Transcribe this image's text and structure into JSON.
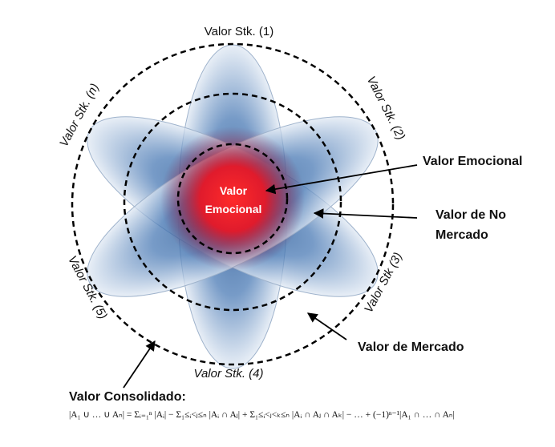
{
  "diagram": {
    "stakeholder_labels": {
      "stk1": "Valor Stk. (1)",
      "stk2": "Valor Stk. (2)",
      "stk3": "Valor Stk (3)",
      "stk4": "Valor Stk. (4)",
      "stk5": "Valor Stk. (5)",
      "stkn": "Valor Stk. (n)"
    },
    "center_label": {
      "line1": "Valor",
      "line2": "Emocional"
    },
    "callouts": {
      "emocional": "Valor Emocional",
      "no_mercado_line1": "Valor de No",
      "no_mercado_line2": "Mercado",
      "mercado": "Valor de Mercado"
    },
    "consolidado": {
      "title": "Valor Consolidado:",
      "formula": "|A₁ ∪ … ∪ Aₙ| = Σᵢ₌₁ⁿ |Aᵢ| − Σ₁≤ᵢ<ⱼ≤ₙ |Aᵢ ∩ Aⱼ| + Σ₁≤ᵢ<ⱼ<ₖ≤ₙ |Aᵢ ∩ Aⱼ ∩ Aₖ| − … + (−1)ⁿ⁻¹|A₁ ∩ … ∩ Aₙ|"
    },
    "colors": {
      "petal_edge": "#dfe8f3",
      "petal_core": "#1f4e8c",
      "center_core": "#ff2020",
      "center_edge": "#8b1a3a",
      "dashed": "#000000"
    }
  }
}
